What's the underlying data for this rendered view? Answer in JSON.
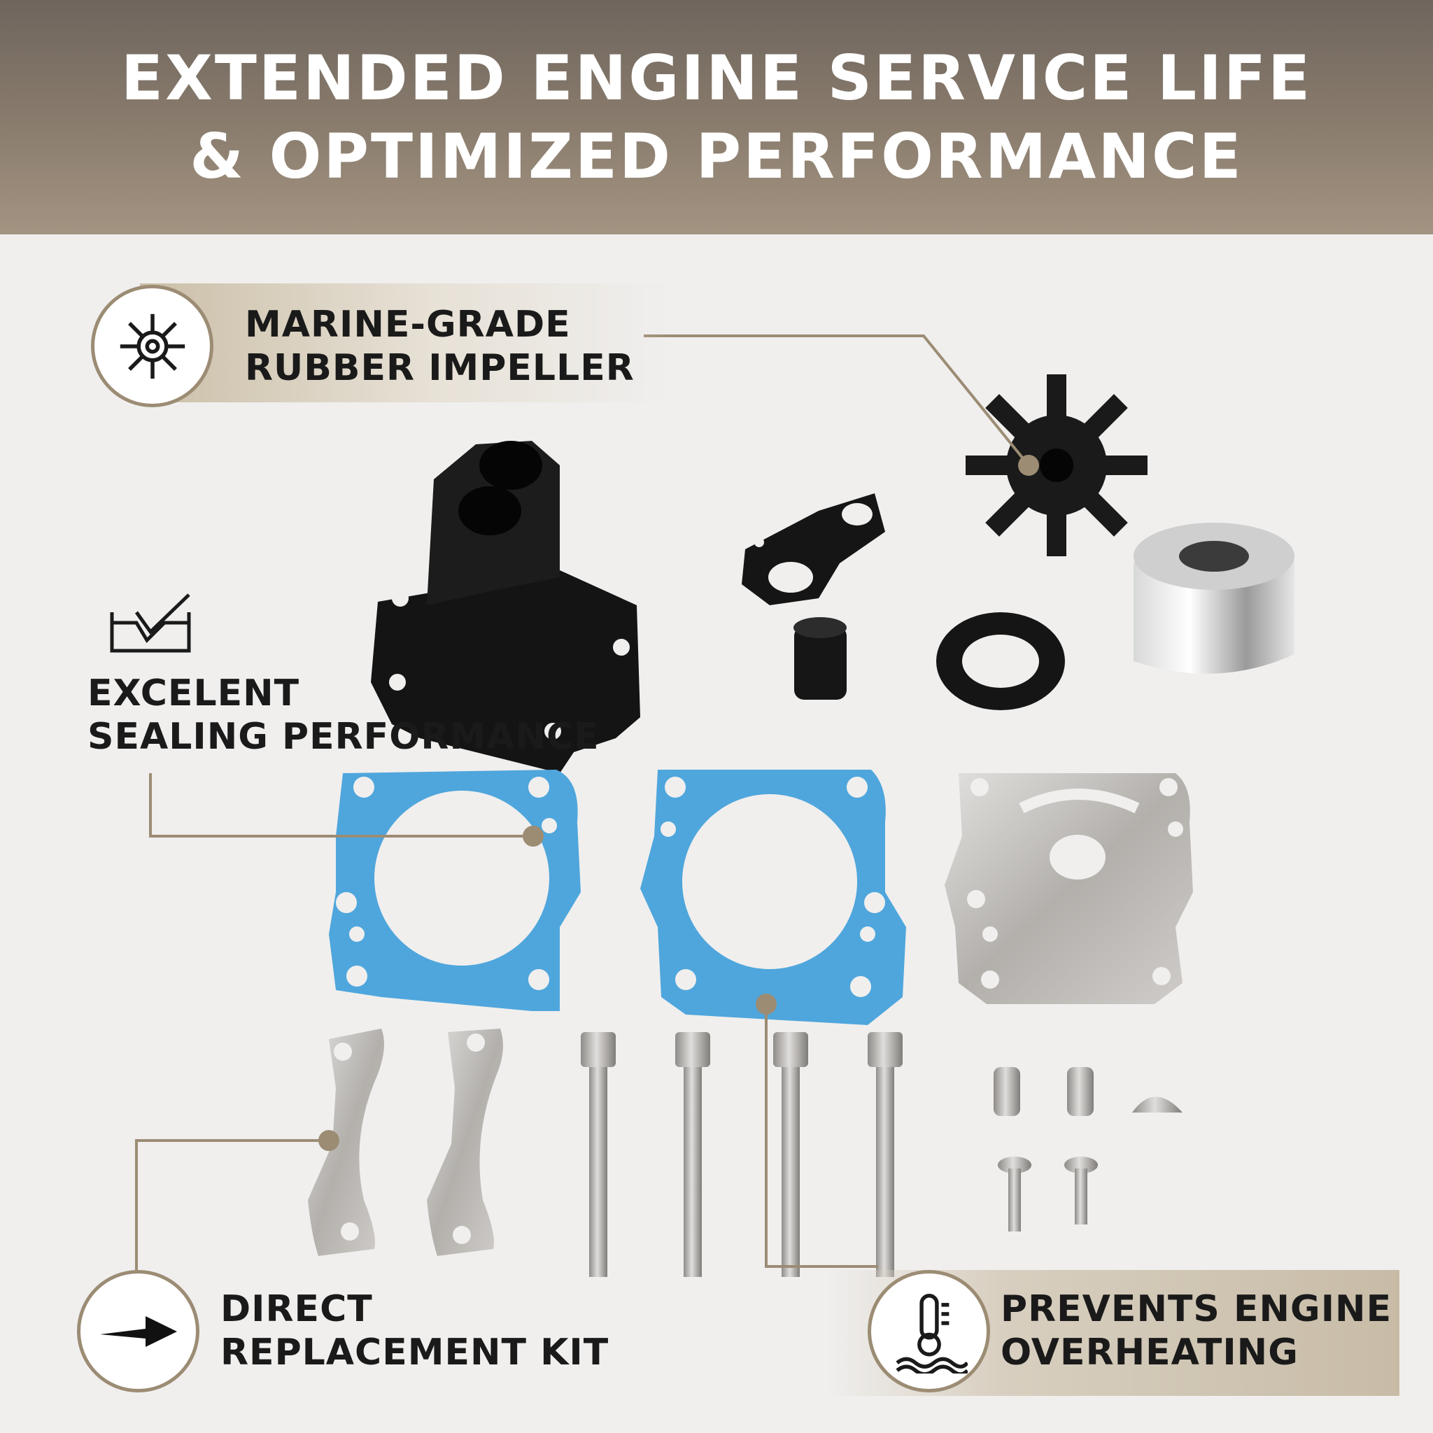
{
  "header": {
    "line1": "EXTENDED ENGINE SERVICE LIFE",
    "line2": "& OPTIMIZED PERFORMANCE"
  },
  "features": {
    "impeller": {
      "line1": "MARINE-GRADE",
      "line2": "RUBBER IMPELLER",
      "icon": "impeller-icon"
    },
    "sealing": {
      "line1": "EXCELENT",
      "line2": "SEALING PERFORMANCE",
      "icon": "seal-check-icon"
    },
    "replacement": {
      "line1": "DIRECT",
      "line2": "REPLACEMENT KIT",
      "icon": "arrow-right-icon"
    },
    "overheating": {
      "line1": "PREVENTS ENGINE",
      "line2": "OVERHEATING",
      "icon": "thermometer-water-icon"
    }
  },
  "colors": {
    "accent": "#9c8c74",
    "gasket": "#4fa6dc",
    "rubber": "#161616",
    "steel": "#b9b6b2"
  }
}
